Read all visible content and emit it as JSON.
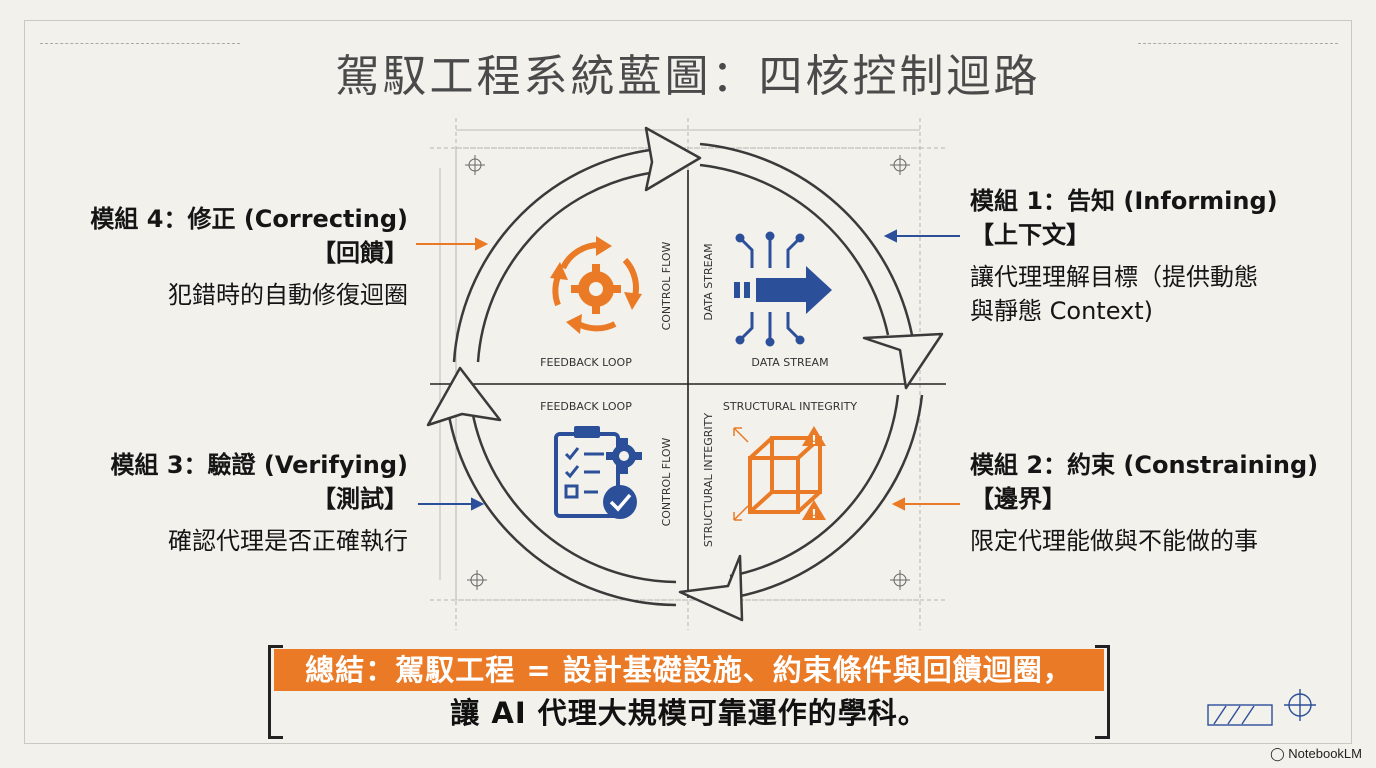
{
  "title": "駕馭工程系統藍圖：四核控制迴路",
  "modules": {
    "m1": {
      "head": "模組 1：告知 (Informing)",
      "tag": "【上下文】",
      "desc1": "讓代理理解目標（提供動態",
      "desc2": "與靜態 Context)"
    },
    "m2": {
      "head": "模組 2：約束 (Constraining)",
      "tag": "【邊界】",
      "desc1": "限定代理能做與不能做的事"
    },
    "m3": {
      "head": "模組 3：驗證 (Verifying)",
      "tag": "【測試】",
      "desc1": "確認代理是否正確執行"
    },
    "m4": {
      "head": "模組 4：修正 (Correcting)",
      "tag": "【回饋】",
      "desc1": "犯錯時的自動修復迴圈"
    }
  },
  "quadrant_labels": {
    "tl_bottom": "FEEDBACK LOOP",
    "tl_side": "CONTROL FLOW",
    "tr_side": "DATA STREAM",
    "tr_bottom": "DATA STREAM",
    "bl_top": "FEEDBACK LOOP",
    "bl_side": "CONTROL FLOW",
    "br_top": "STRUCTURAL INTEGRITY",
    "br_side": "STRUCTURAL INTEGRITY"
  },
  "icons": {
    "tl": "gear-cycle-icon",
    "tr": "data-arrow-icon",
    "bl": "checklist-gear-icon",
    "br": "wireframe-cube-warning-icon"
  },
  "colors": {
    "orange": "#ea7a25",
    "blue": "#2c4f9a",
    "ink": "#3a3a3a"
  },
  "summary": {
    "line1": "總結：駕馭工程 = 設計基礎設施、約束條件與回饋迴圈，",
    "line2": "讓 AI 代理大規模可靠運作的學科。"
  },
  "watermark": "NotebookLM"
}
